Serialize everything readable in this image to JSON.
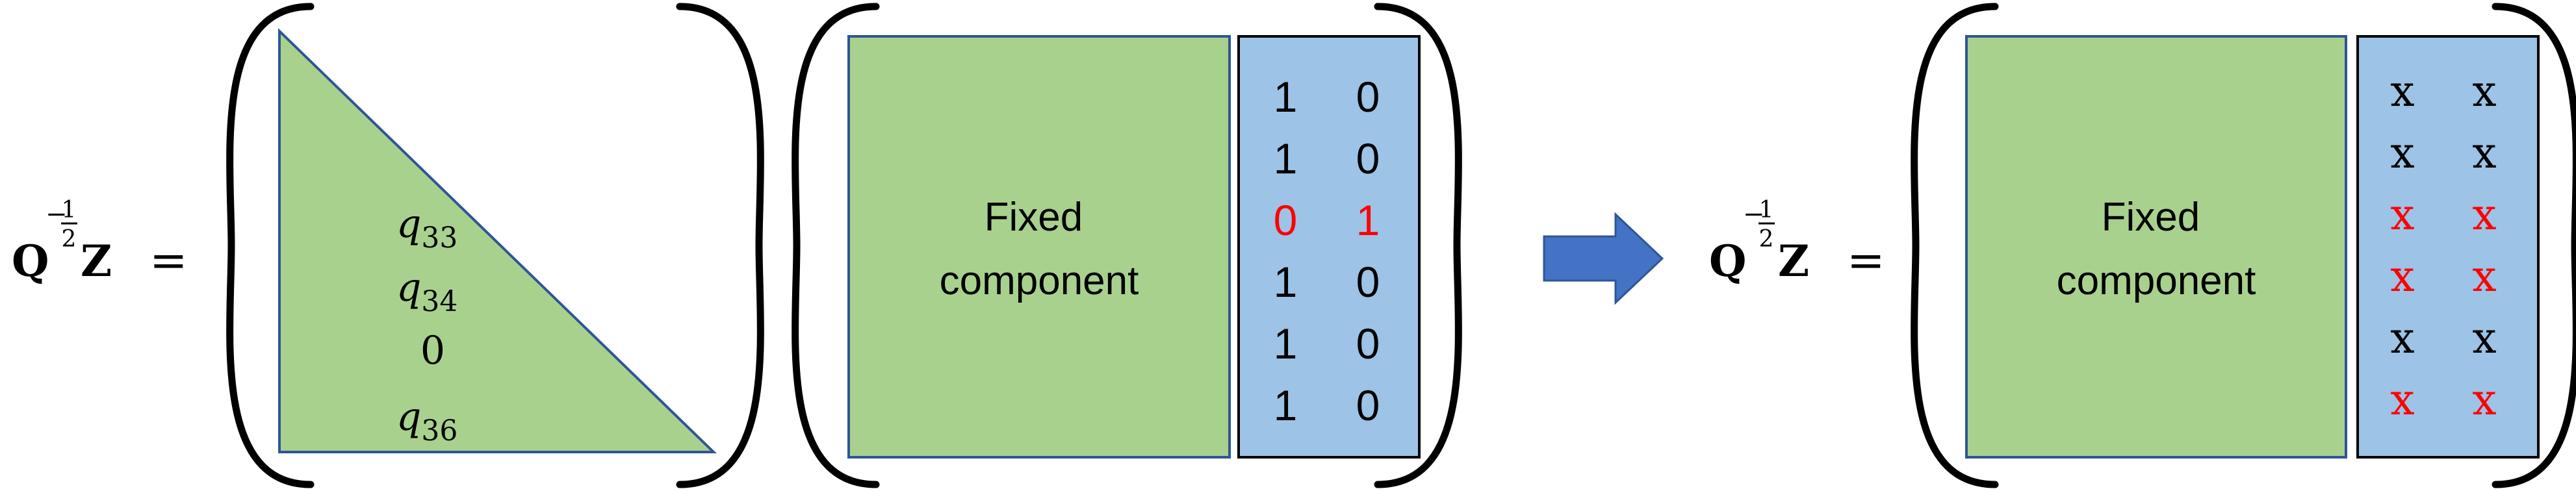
{
  "colors": {
    "green_fill": "#a9d18e",
    "blue_fill": "#9dc3e6",
    "outline_blue": "#2f5597",
    "arrow_fill": "#4472c4",
    "highlight_red": "#ff0000",
    "text_black": "#000000"
  },
  "lhs": {
    "base": "Q",
    "exp_minus": "−",
    "exp_num": "1",
    "exp_den": "2",
    "var": "Z",
    "equals": "="
  },
  "triangle": {
    "q_sym": "q",
    "entries": [
      {
        "sub": "33"
      },
      {
        "sub": "34"
      },
      {
        "plain": "0"
      },
      {
        "sub": "36"
      }
    ]
  },
  "middle": {
    "fixed_label": [
      "Fixed",
      "component"
    ],
    "rows": [
      {
        "a": "1",
        "b": "0",
        "highlight": false
      },
      {
        "a": "1",
        "b": "0",
        "highlight": false
      },
      {
        "a": "0",
        "b": "1",
        "highlight": true
      },
      {
        "a": "1",
        "b": "0",
        "highlight": false
      },
      {
        "a": "1",
        "b": "0",
        "highlight": false
      },
      {
        "a": "1",
        "b": "0",
        "highlight": false
      }
    ]
  },
  "arrow": {
    "icon": "right-arrow-icon"
  },
  "result": {
    "fixed_label": [
      "Fixed",
      "component"
    ],
    "rows": [
      {
        "a": "x",
        "b": "x",
        "highlight": false
      },
      {
        "a": "x",
        "b": "x",
        "highlight": false
      },
      {
        "a": "x",
        "b": "x",
        "highlight": true
      },
      {
        "a": "x",
        "b": "x",
        "highlight": true
      },
      {
        "a": "x",
        "b": "x",
        "highlight": false
      },
      {
        "a": "x",
        "b": "x",
        "highlight": true
      }
    ]
  }
}
